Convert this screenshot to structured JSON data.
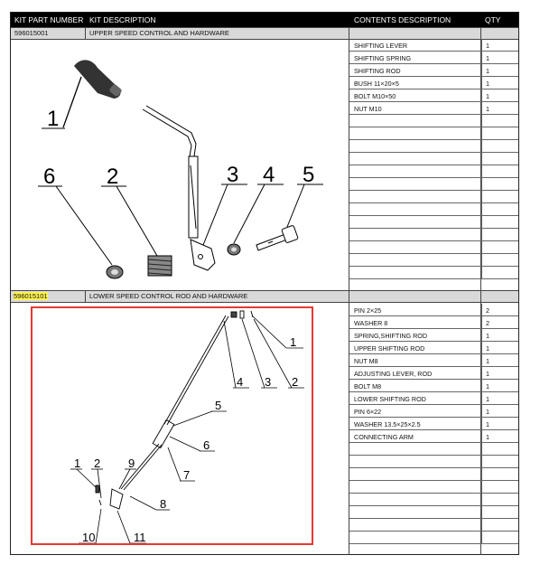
{
  "header": {
    "kit_part_number": "KIT PART NUMBER",
    "kit_description": "KIT DESCRIPTION",
    "contents_description": "CONTENTS DESCRIPTION",
    "qty": "QTY"
  },
  "kits": [
    {
      "part_number": "596015001",
      "description": "UPPER SPEED CONTROL AND HARDWARE",
      "items": [
        {
          "desc": "SHIFTING LEVER",
          "qty": "1"
        },
        {
          "desc": "SHIFTING SPRING",
          "qty": "1"
        },
        {
          "desc": "SHIFTING ROD",
          "qty": "1"
        },
        {
          "desc": "BUSH 11×20×5",
          "qty": "1"
        },
        {
          "desc": "BOLT M10×50",
          "qty": "1"
        },
        {
          "desc": "NUT M10",
          "qty": "1"
        }
      ],
      "callouts": [
        "1",
        "6",
        "2",
        "3",
        "4",
        "5"
      ]
    },
    {
      "part_number": "596015101",
      "description": "LOWER SPEED CONTROL ROD AND HARDWARE",
      "items": [
        {
          "desc": "PIN 2×25",
          "qty": "2"
        },
        {
          "desc": "WASHER 8",
          "qty": "2"
        },
        {
          "desc": "SPRING,SHIFTING ROD",
          "qty": "1"
        },
        {
          "desc": "UPPER SHIFTING ROD",
          "qty": "1"
        },
        {
          "desc": "NUT M8",
          "qty": "1"
        },
        {
          "desc": "ADJUSTING LEVER, ROD",
          "qty": "1"
        },
        {
          "desc": "BOLT M8",
          "qty": "1"
        },
        {
          "desc": "LOWER SHIFTING ROD",
          "qty": "1"
        },
        {
          "desc": "PIN 6×22",
          "qty": "1"
        },
        {
          "desc": "WASHER 13.5×25×2.5",
          "qty": "1"
        },
        {
          "desc": "CONNECTING ARM",
          "qty": "1"
        }
      ],
      "callouts": [
        "1",
        "4",
        "3",
        "2",
        "5",
        "6",
        "7",
        "1",
        "2",
        "9",
        "8",
        "10",
        "11"
      ]
    }
  ],
  "colors": {
    "header_bg": "#000000",
    "kit_row_bg": "#d9d9d9",
    "highlight": "#fff44f",
    "annotation_box": "#e53935"
  }
}
